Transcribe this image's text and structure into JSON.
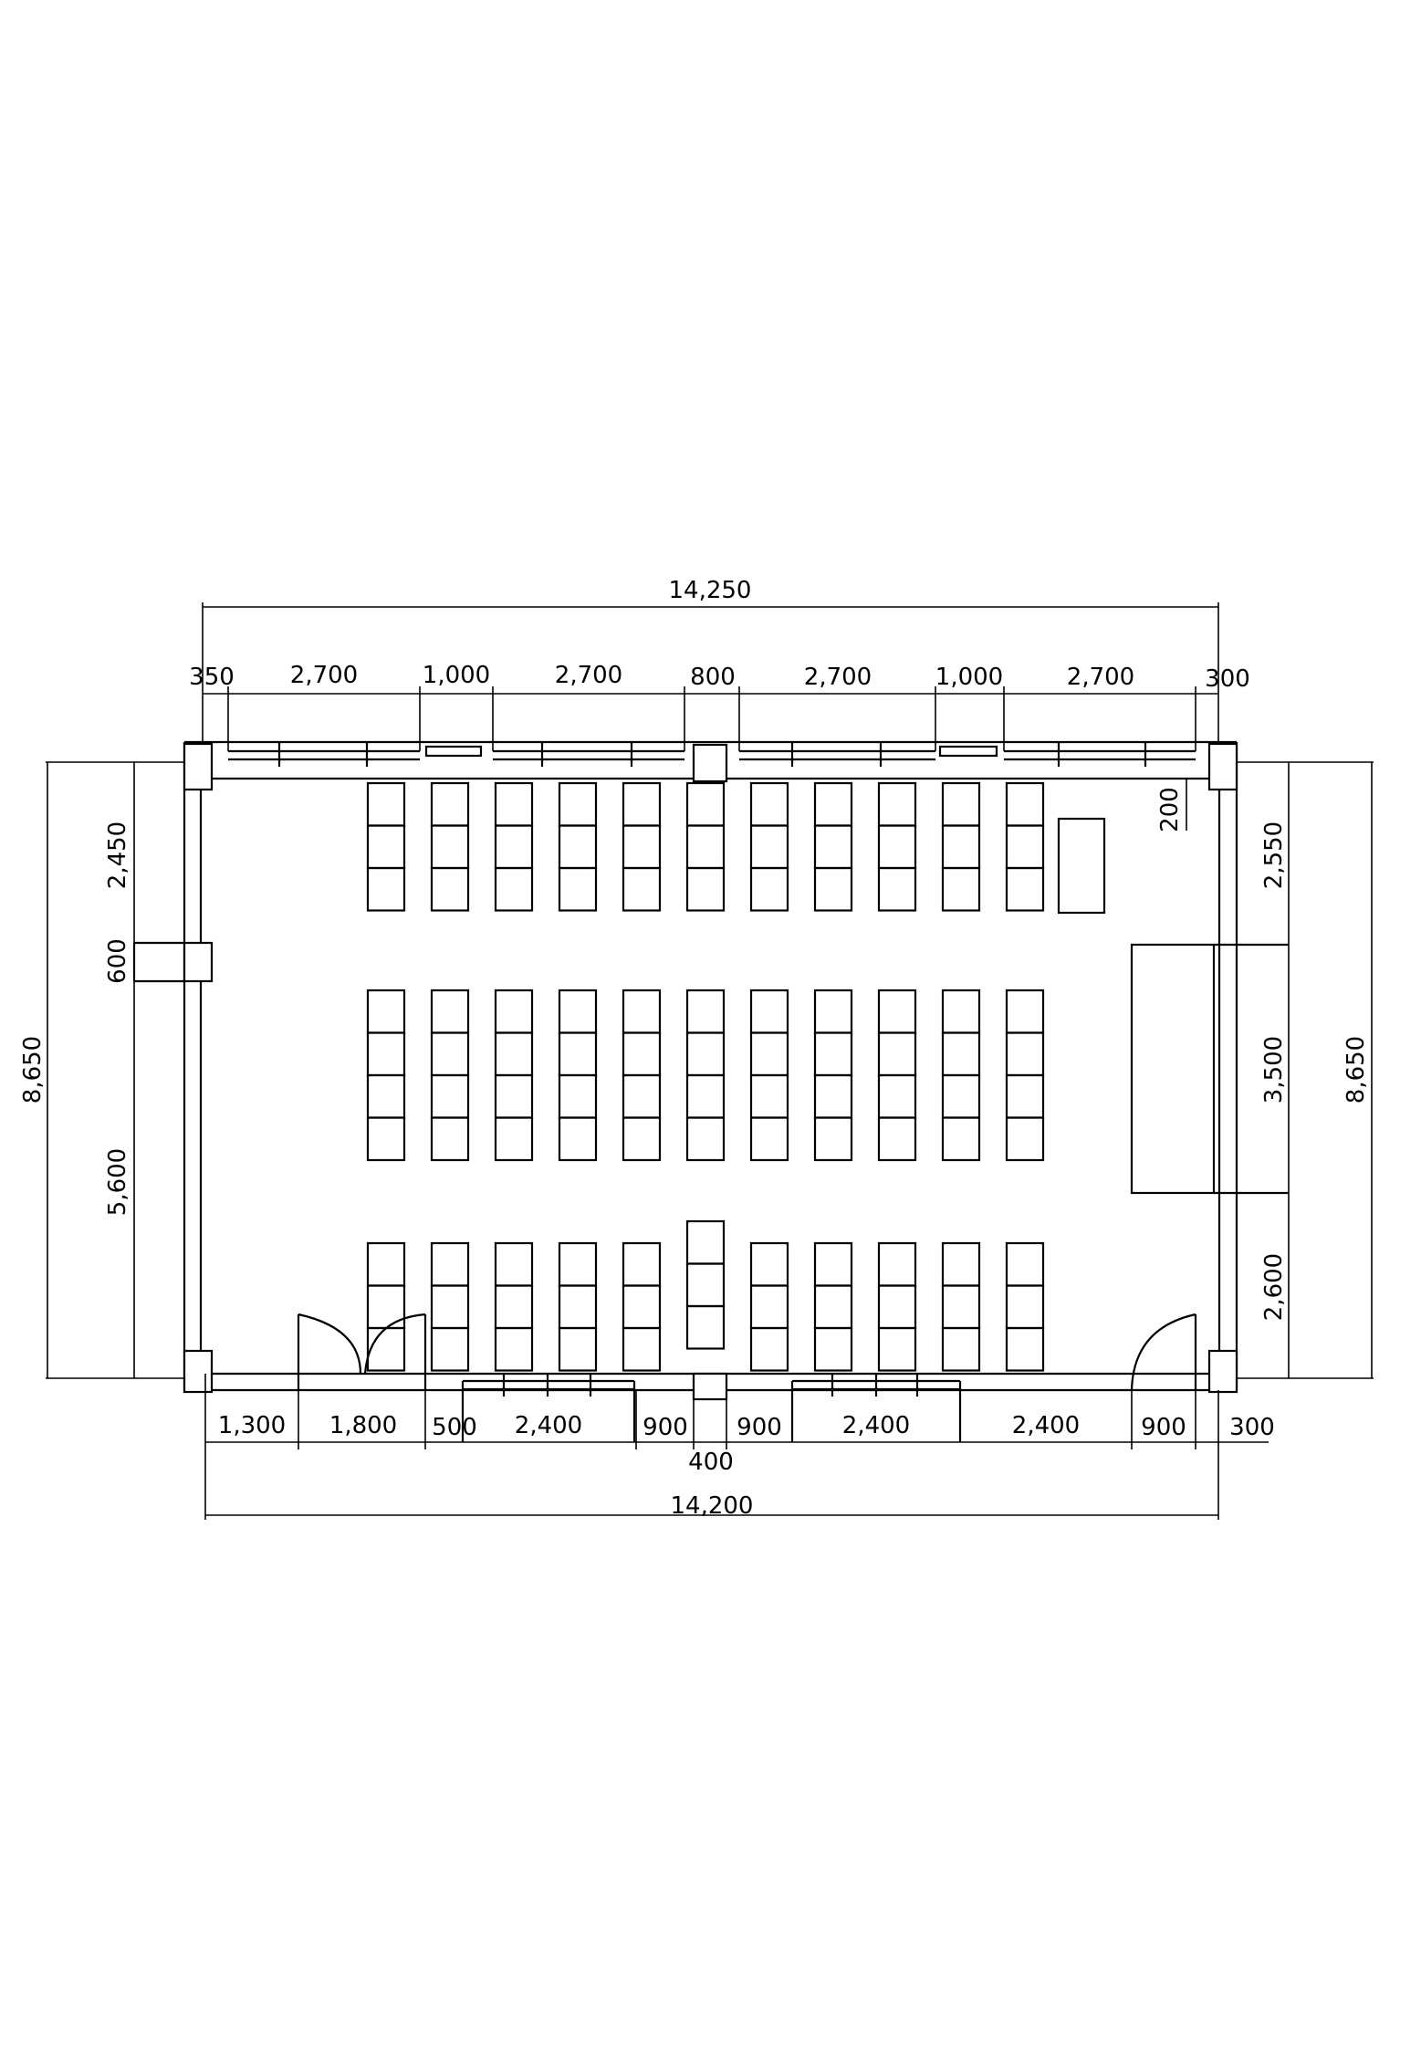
{
  "drawing": {
    "top_total": "14,250",
    "bottom_total": "14,200",
    "top_segments": [
      "350",
      "2,700",
      "1,000",
      "2,700",
      "800",
      "2,700",
      "1,000",
      "2,700",
      "300"
    ],
    "bottom_segments": [
      "1,300",
      "1,800",
      "500",
      "2,400",
      "900",
      "900",
      "2,400",
      "2,400",
      "900",
      "300"
    ],
    "bottom_column": "400",
    "left_total": "8,650",
    "left_segments": [
      "2,450",
      "600",
      "5,600"
    ],
    "right_total": "8,650",
    "right_segments": [
      "2,550",
      "3,500",
      "2,600"
    ],
    "wall_offset": "200"
  },
  "layout": {
    "seating_columns": 11,
    "front_block_seats_per_column": 3,
    "middle_block_seats_per_column": 4,
    "back_block_seats_per_column": 3,
    "lectern_seats": 3
  }
}
